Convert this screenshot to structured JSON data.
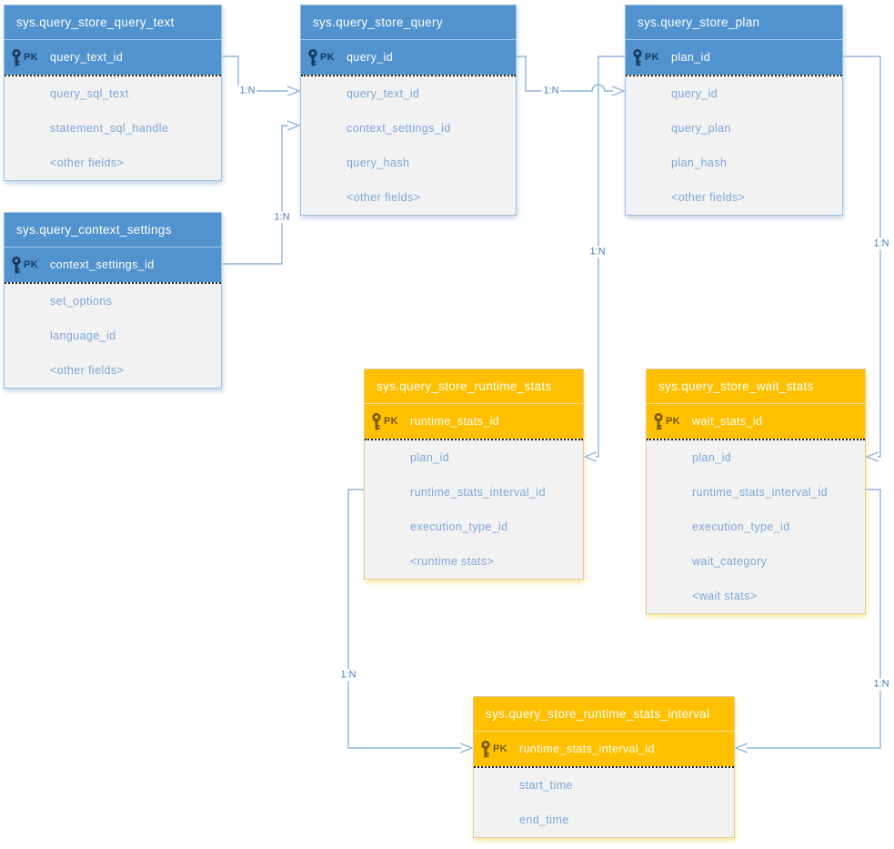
{
  "colors": {
    "blue": "#5193CE",
    "orange": "#FFC000",
    "fieldtext": "#7CA7D8",
    "line": "#8FB4DC",
    "label": "#4B7DBB"
  },
  "tables": [
    {
      "title": "sys.query_store_query_text",
      "theme": "blue",
      "pk": {
        "label": "PK",
        "field": "query_text_id"
      },
      "fields": [
        "query_sql_text",
        "statement_sql_handle",
        "<other fields>"
      ]
    },
    {
      "title": "sys.query_store_query",
      "theme": "blue",
      "pk": {
        "label": "PK",
        "field": "query_id"
      },
      "fields": [
        "query_text_id",
        "context_settings_id",
        "query_hash",
        "<other fields>"
      ]
    },
    {
      "title": "sys.query_store_plan",
      "theme": "blue",
      "pk": {
        "label": "PK",
        "field": "plan_id"
      },
      "fields": [
        "query_id",
        "query_plan",
        "plan_hash",
        "<other fields>"
      ]
    },
    {
      "title": "sys.query_context_settings",
      "theme": "blue",
      "pk": {
        "label": "PK",
        "field": "context_settings_id"
      },
      "fields": [
        "set_options",
        "language_id",
        "<other fields>"
      ]
    },
    {
      "title": "sys.query_store_runtime_stats",
      "theme": "orange",
      "pk": {
        "label": "PK",
        "field": "runtime_stats_id"
      },
      "fields": [
        "plan_id",
        "runtime_stats_interval_id",
        "execution_type_id",
        "<runtime stats>"
      ]
    },
    {
      "title": "sys.query_store_wait_stats",
      "theme": "orange",
      "pk": {
        "label": "PK",
        "field": "wait_stats_id"
      },
      "fields": [
        "plan_id",
        "runtime_stats_interval_id",
        "execution_type_id",
        "wait_category",
        "<wait stats>"
      ]
    },
    {
      "title": "sys.query_store_runtime_stats_interval",
      "theme": "orange",
      "pk": {
        "label": "PK",
        "field": "runtime_stats_interval_id"
      },
      "fields": [
        "start_time",
        "end_time"
      ]
    }
  ],
  "relationships": [
    {
      "label": "1:N",
      "from": "sys.query_store_query_text.query_text_id",
      "to": "sys.query_store_query.query_text_id"
    },
    {
      "label": "1:N",
      "from": "sys.query_context_settings.context_settings_id",
      "to": "sys.query_store_query.context_settings_id"
    },
    {
      "label": "1:N",
      "from": "sys.query_store_query.query_id",
      "to": "sys.query_store_plan.query_id"
    },
    {
      "label": "1:N",
      "from": "sys.query_store_plan.plan_id",
      "to": "sys.query_store_runtime_stats.plan_id"
    },
    {
      "label": "1:N",
      "from": "sys.query_store_plan.plan_id",
      "to": "sys.query_store_wait_stats.plan_id"
    },
    {
      "label": "1:N",
      "from": "sys.query_store_runtime_stats.runtime_stats_interval_id",
      "to": "sys.query_store_runtime_stats_interval.runtime_stats_interval_id"
    },
    {
      "label": "1:N",
      "from": "sys.query_store_wait_stats.runtime_stats_interval_id",
      "to": "sys.query_store_runtime_stats_interval.runtime_stats_interval_id"
    }
  ]
}
